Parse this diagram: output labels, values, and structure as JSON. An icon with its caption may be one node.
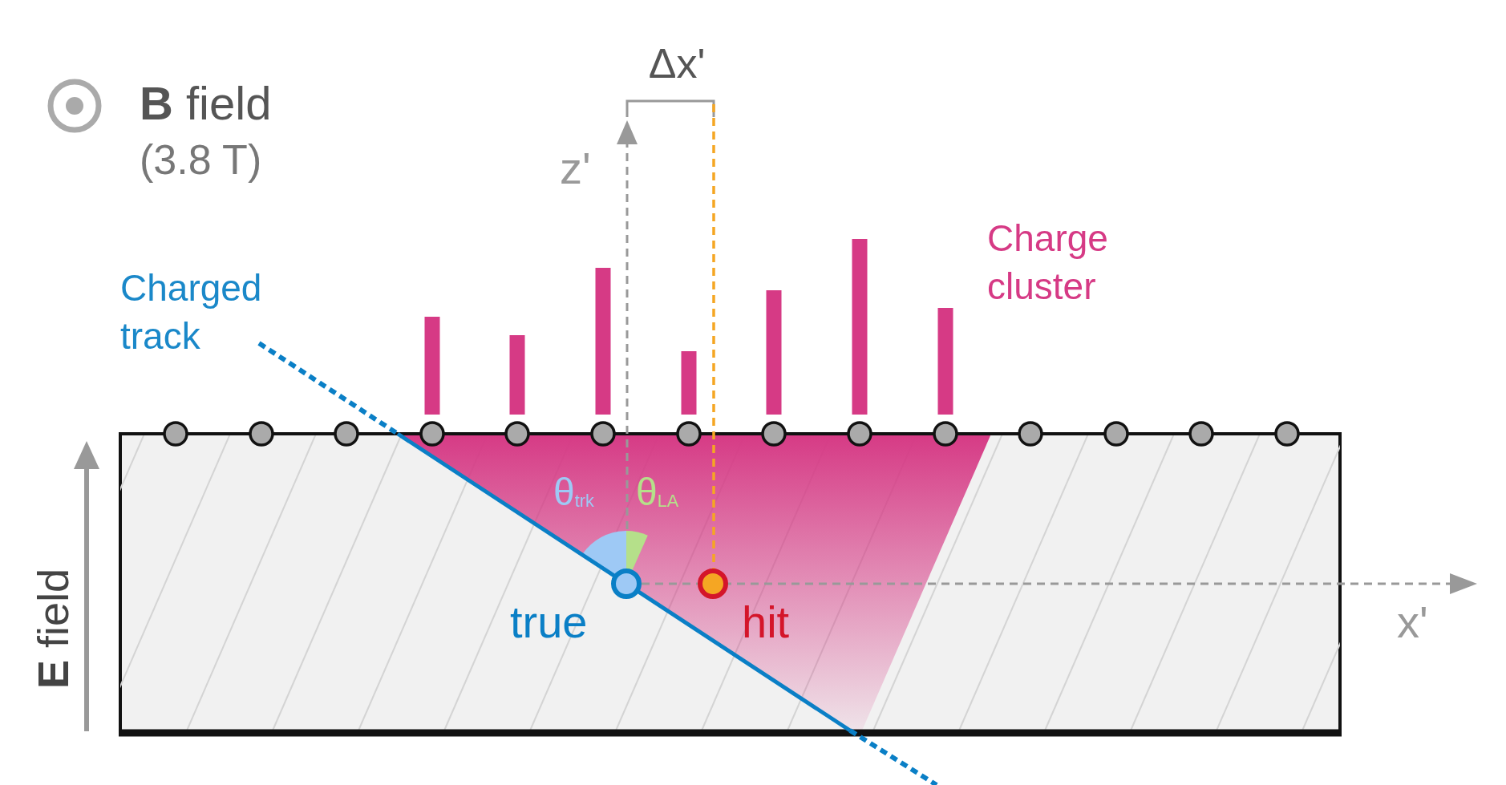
{
  "diagram": {
    "labels": [
      "**B** field",
      "(3.8 T)",
      "Δx'",
      "z'",
      "Charge cluster",
      "Charged track",
      "θ$_{trk}$",
      "θ$_{LA}$",
      "true",
      "hit",
      "x'",
      "**E** field"
    ]
  }
}
